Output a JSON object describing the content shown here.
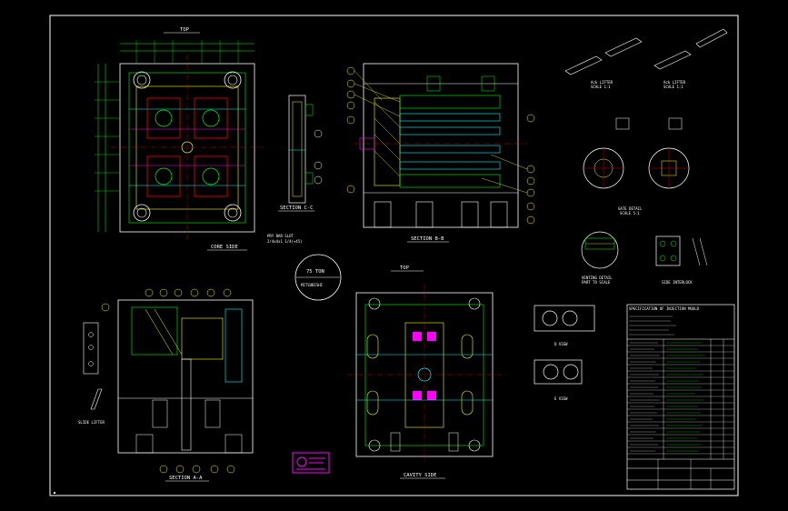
{
  "views": {
    "top_left": "TOP",
    "top_mid": "TOP",
    "core_side": "CORE SIDE",
    "cavity_side": "CAVITY SIDE",
    "section_bb": "SECTION B-B",
    "section_cc": "SECTION C-C",
    "section_aa": "SECTION A-A",
    "slide_lifter": "SLIDE LIFTER",
    "d_view": "D VIEW",
    "e_view": "E VIEW",
    "gate_detail_1": "GATE DETAIL",
    "gate_detail_2": "SCALE 5:1",
    "vent_detail_1": "VENTING DETAIL",
    "vent_detail_2": "PART TO SCALE",
    "side_interlock": "SIDE INTERLOCK",
    "lifter_1": "Ack LIFTER",
    "lifter_1_sub": "SCALE 1:1",
    "lifter_2": "Ack LIFTER",
    "lifter_2_sub": "SCALE 1:1",
    "pry_slot_1": "PRY BAR SLOT",
    "pry_slot_2": "2/4x4x1 1/4(+45)"
  },
  "stamp": {
    "tons": "75 TON",
    "maker": "MITSUBISHI"
  },
  "table": {
    "header": "SPECIFICATION OF INJECTION MOULD"
  },
  "colors": {
    "background": "#000000",
    "green": "#00ff00",
    "yellow": "#ffff00",
    "red": "#ff0000",
    "cyan": "#00ffff",
    "magenta": "#ff00ff",
    "white": "#ffffff"
  }
}
